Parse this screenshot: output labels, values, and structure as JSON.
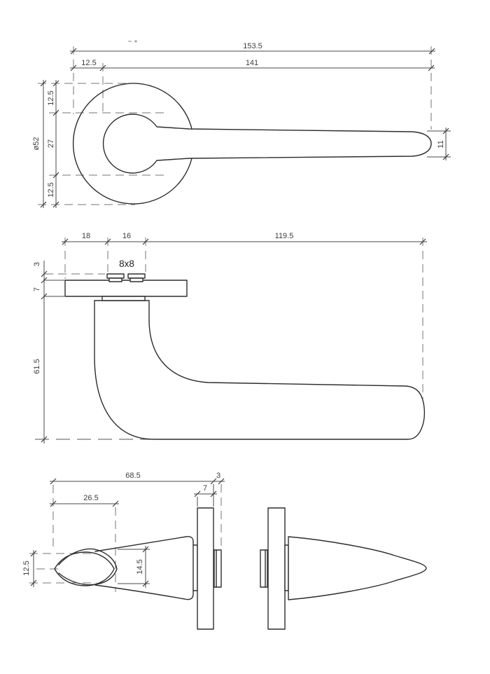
{
  "meta": {
    "drawing_type": "technical-drawing",
    "subject": "door lever handle on round rose, three orthographic views with dimensions"
  },
  "colors": {
    "background": "#ffffff",
    "outline": "#2d2d2d",
    "dimension": "#4a4a4a",
    "dashed": "#757575"
  },
  "front_view": {
    "dims": {
      "total_length": "153.5",
      "lever_length": "141",
      "rose_offset": "12.5",
      "rose_diameter": "ø52",
      "above_center": "12.5",
      "neck_diameter": "27",
      "below_center": "12.5",
      "lever_end_width": "11"
    }
  },
  "side_view": {
    "dims": {
      "rose_overhang": "18",
      "spindle_width": "16",
      "lever_projection": "119.5",
      "spindle_stickout": "3",
      "rose_thickness": "7",
      "lever_drop": "61.5",
      "spindle_label": "8x8"
    }
  },
  "end_view": {
    "dims": {
      "overall_projection": "68.5",
      "grip_width": "26.5",
      "hub_clearance": "3",
      "rose_depth": "7",
      "tip_thickness": "12.5",
      "grip_thickness": "14.5"
    }
  }
}
